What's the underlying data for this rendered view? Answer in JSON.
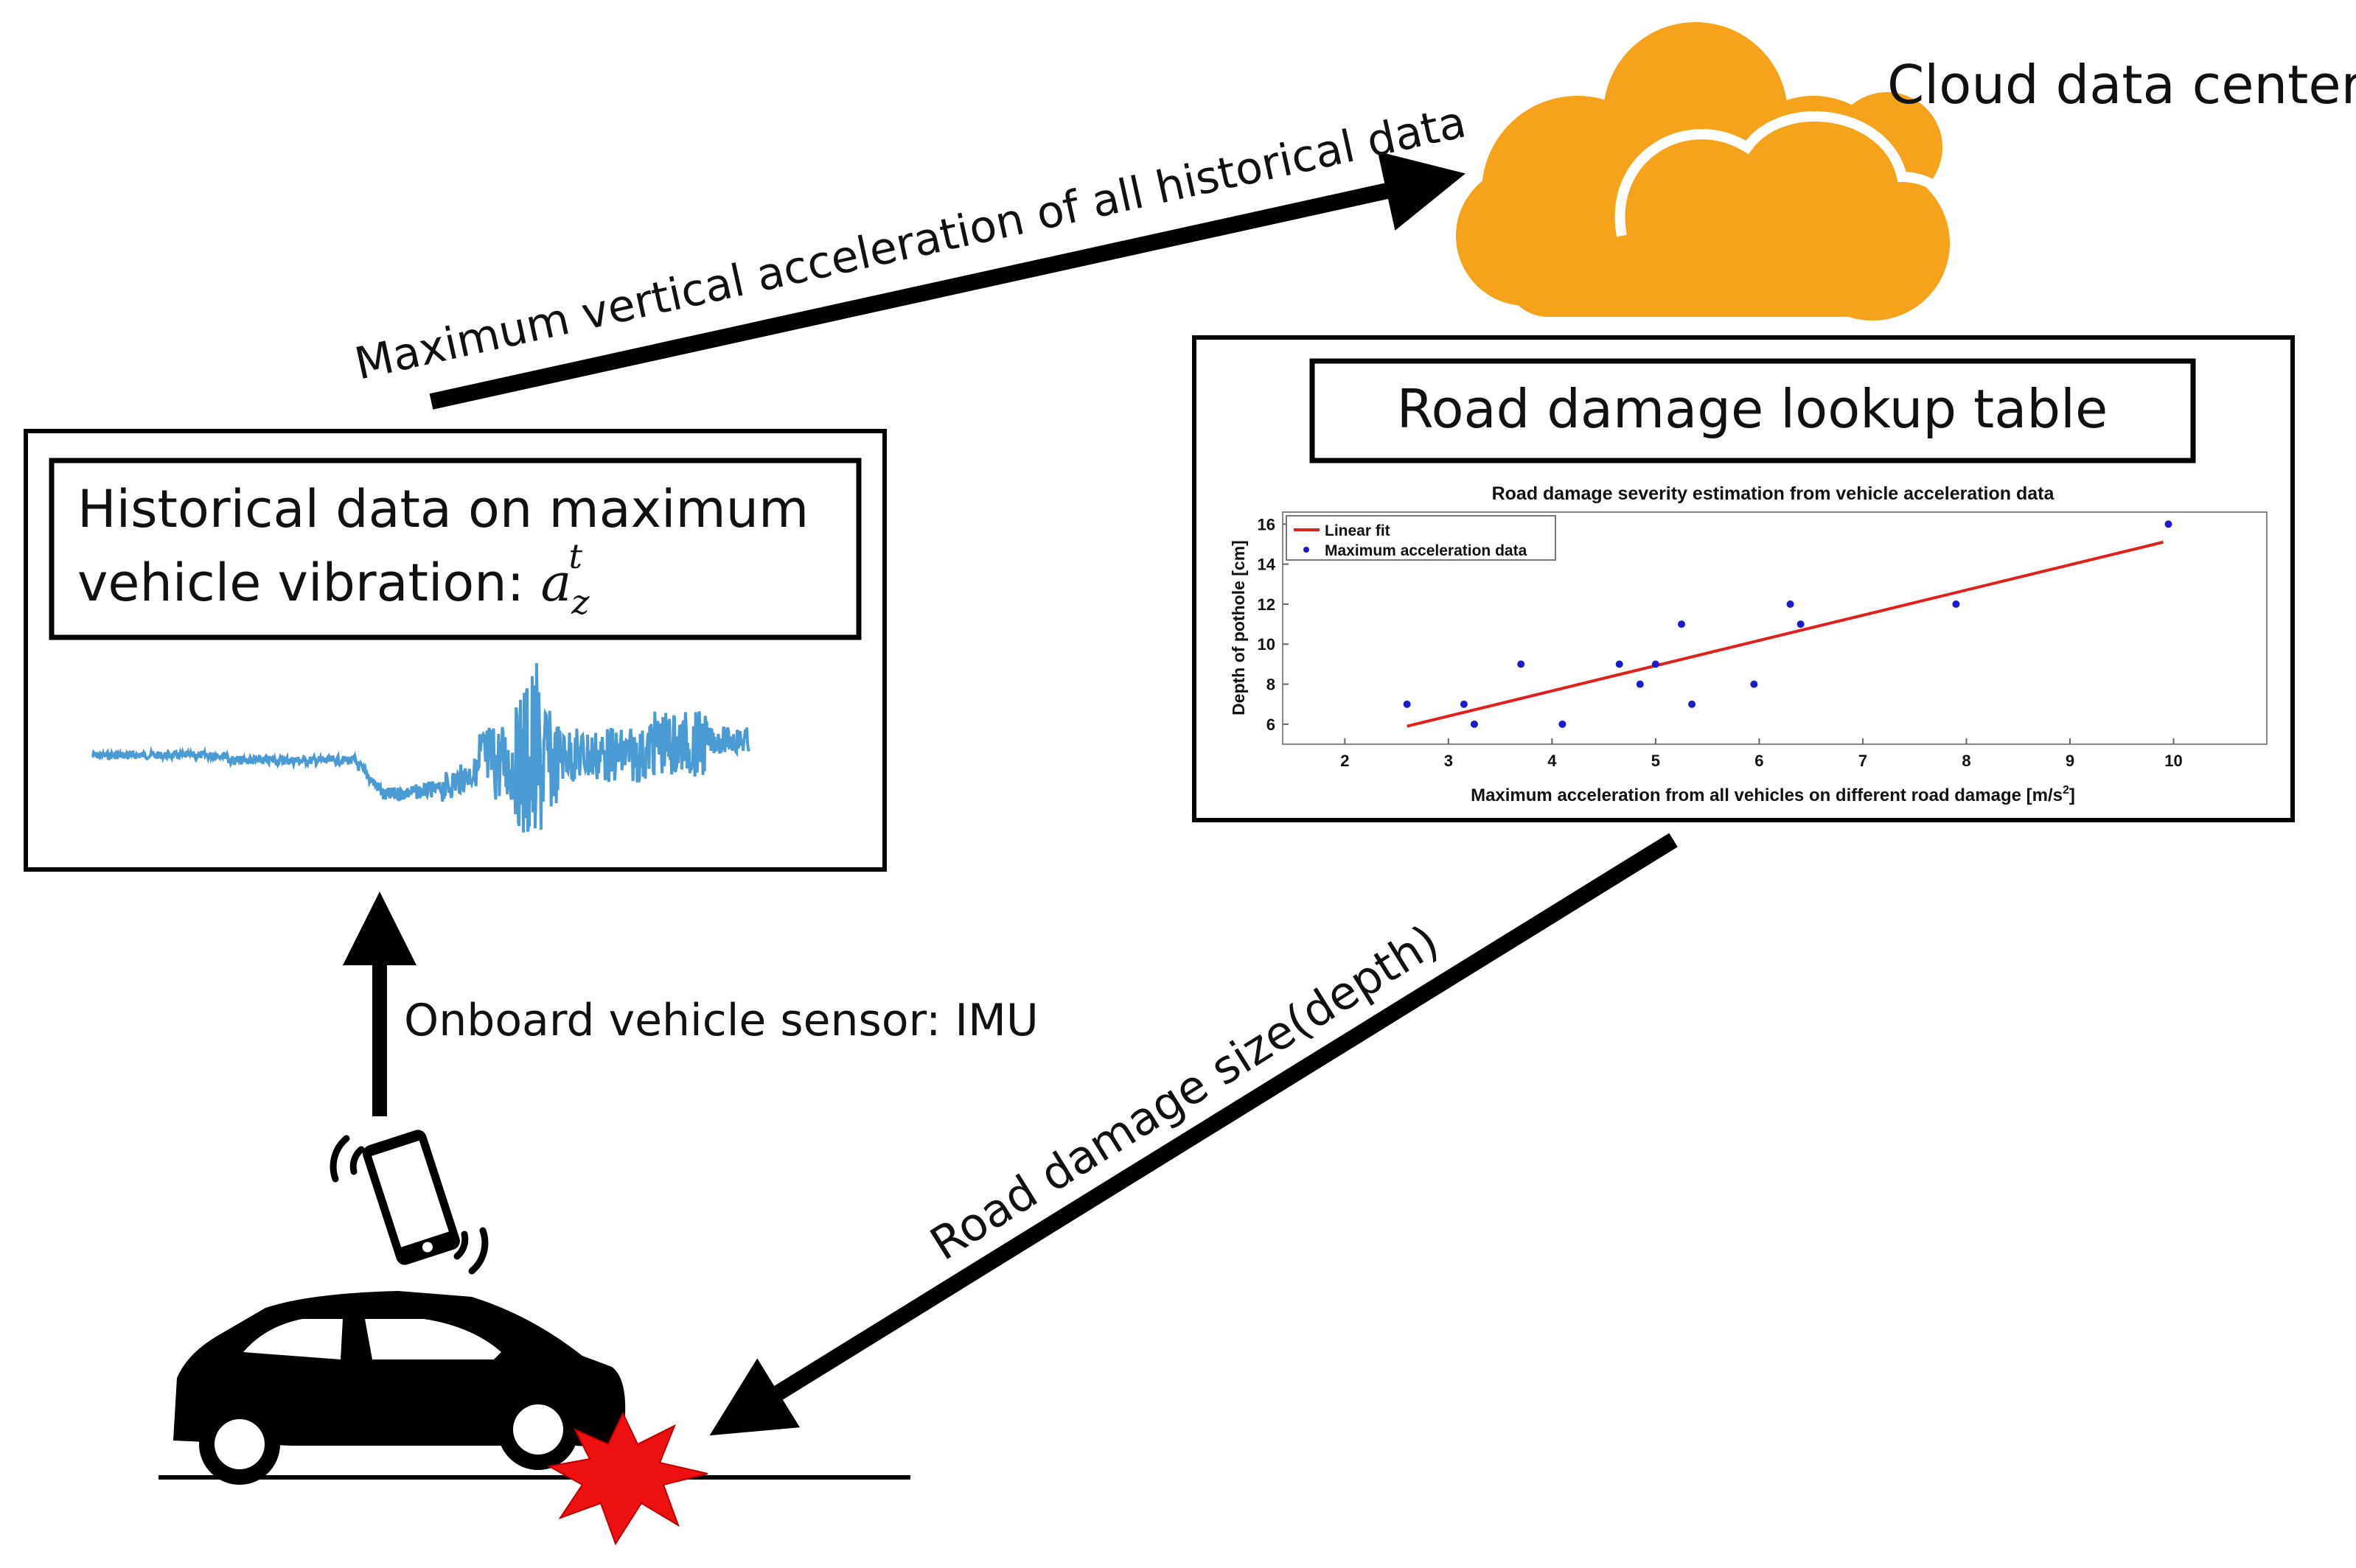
{
  "labels": {
    "cloud": "Cloud data center",
    "upload_arrow": "Maximum vertical acceleration of all historical data",
    "lookup_title": "Road damage lookup table",
    "historical_title_line1": "Historical data on maximum",
    "historical_title_line2": "vehicle vibration: ",
    "historical_symbol_base": "a",
    "historical_symbol_sub": "z",
    "historical_symbol_sup": "t",
    "sensor_arrow": "Onboard vehicle sensor: IMU",
    "damage_arrow": "Road damage size(depth)"
  },
  "colors": {
    "cloud": "#f5a31a",
    "signal": "#4a9ad4",
    "fit_line": "#e0201c",
    "points": "#1c1ccc",
    "burst": "#ee1111"
  },
  "icons": [
    "cloud-icon",
    "phone-icon",
    "car-icon",
    "impact-burst-icon"
  ],
  "chart_data": {
    "type": "scatter",
    "title": "Road damage severity estimation from vehicle acceleration data",
    "xlabel": "Maximum acceleration from all vehicles on different road damage [m/s",
    "xlabel_sup": "2",
    "xlabel_end": "]",
    "ylabel": "Depth of pothole [cm]",
    "xlim": [
      1.4,
      10.9
    ],
    "ylim": [
      5,
      16.6
    ],
    "xticks": [
      2,
      3,
      4,
      5,
      6,
      7,
      8,
      9,
      10
    ],
    "yticks": [
      6,
      8,
      10,
      12,
      14,
      16
    ],
    "grid": false,
    "legend_position": "top-left",
    "series": [
      {
        "name": "Linear fit",
        "type": "line",
        "points": [
          [
            2.6,
            5.9
          ],
          [
            9.9,
            15.1
          ]
        ]
      },
      {
        "name": "Maximum acceleration data",
        "type": "scatter",
        "points": [
          [
            2.6,
            7
          ],
          [
            3.15,
            7
          ],
          [
            3.25,
            6
          ],
          [
            3.7,
            9
          ],
          [
            4.1,
            6
          ],
          [
            4.65,
            9
          ],
          [
            4.85,
            8
          ],
          [
            5.0,
            9
          ],
          [
            5.25,
            11
          ],
          [
            5.35,
            7
          ],
          [
            5.95,
            8
          ],
          [
            6.3,
            12
          ],
          [
            6.4,
            11
          ],
          [
            7.9,
            12
          ],
          [
            9.95,
            16
          ]
        ]
      }
    ]
  }
}
